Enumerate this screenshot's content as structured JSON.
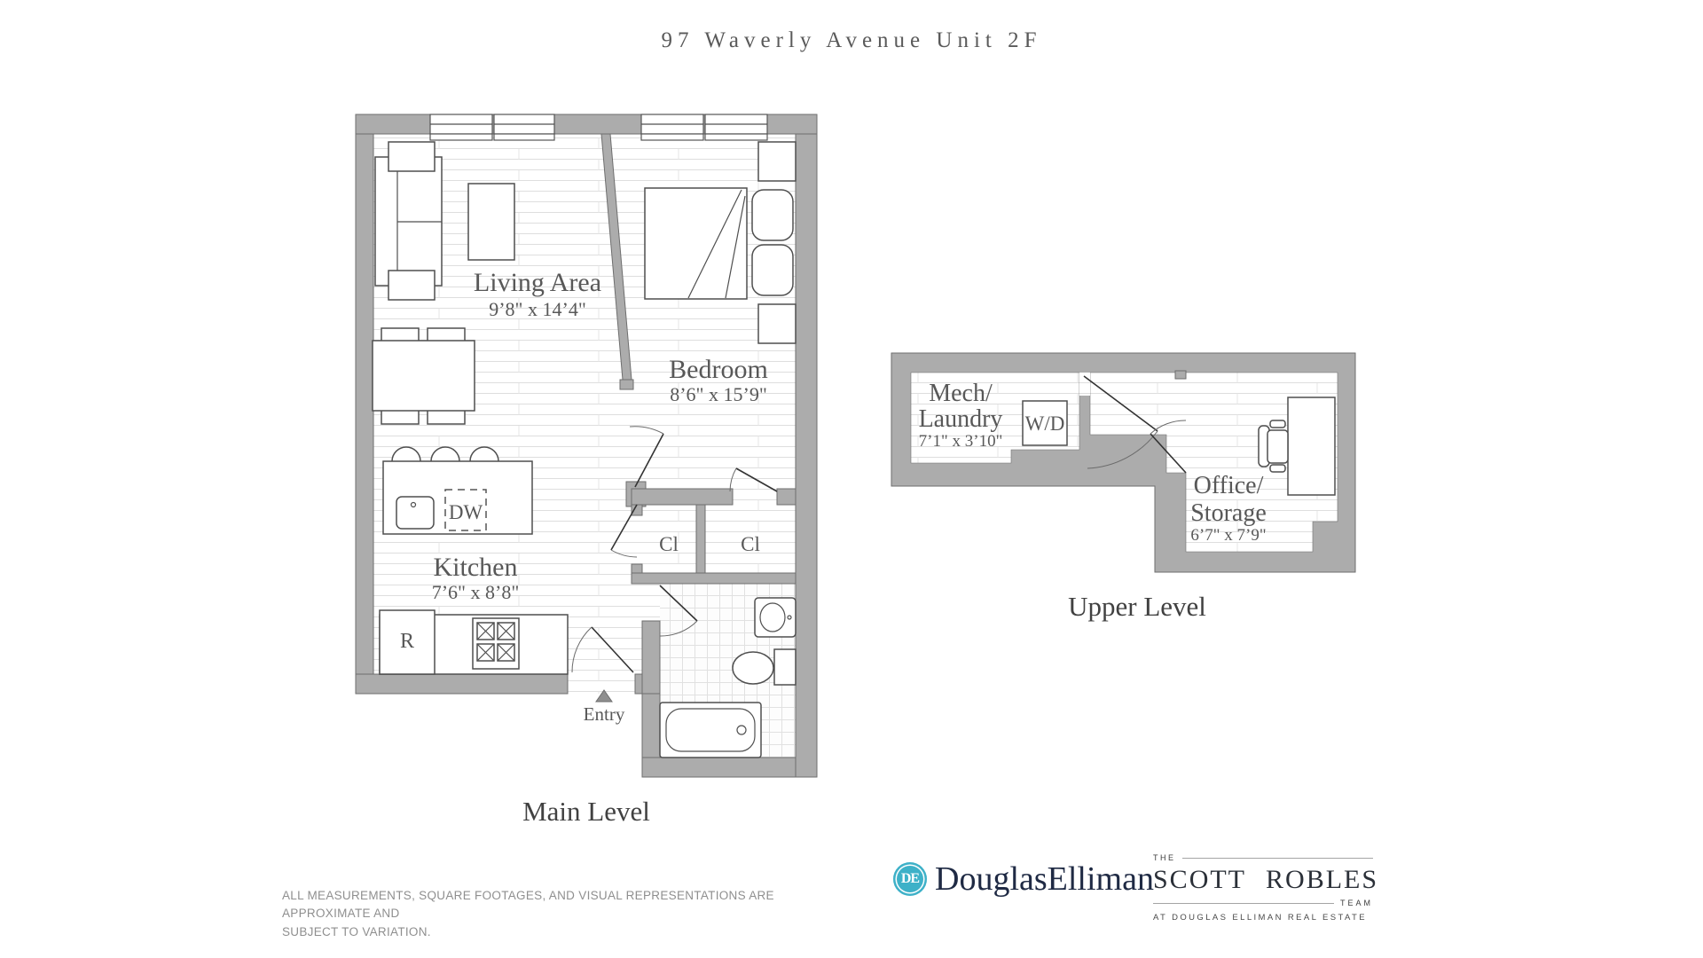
{
  "title": "97 Waverly Avenue Unit 2F",
  "main_level": {
    "caption": "Main Level",
    "living": {
      "name": "Living Area",
      "dims": "9’8\" x 14’4\""
    },
    "bedroom": {
      "name": "Bedroom",
      "dims": "8’6\" x 15’9\""
    },
    "kitchen": {
      "name": "Kitchen",
      "dims": "7’6\" x 8’8\""
    },
    "closet1": "Cl",
    "closet2": "Cl",
    "entry": "Entry",
    "dishwasher": "DW",
    "refrigerator": "R"
  },
  "upper_level": {
    "caption": "Upper Level",
    "mech": {
      "name1": "Mech/",
      "name2": "Laundry",
      "dims": "7’1\" x 3’10\""
    },
    "office": {
      "name1": "Office/",
      "name2": "Storage",
      "dims": "6’7\" x 7’9\""
    },
    "washer_dryer": "W/D"
  },
  "footer": {
    "disclaimer1": "ALL MEASUREMENTS, SQUARE FOOTAGES, AND VISUAL REPRESENTATIONS ARE APPROXIMATE AND",
    "disclaimer2": "SUBJECT TO VARIATION.",
    "monogram": "DE",
    "wordmark": "DouglasElliman",
    "team_the": "THE",
    "team_name1": "SCOTT",
    "team_name2": "ROBLES",
    "team_word": "TEAM",
    "team_tagline": "AT DOUGLAS ELLIMAN REAL ESTATE"
  },
  "colors": {
    "wall": "#acacac",
    "teal": "#3eb1c8",
    "navy": "#1f2a44"
  }
}
